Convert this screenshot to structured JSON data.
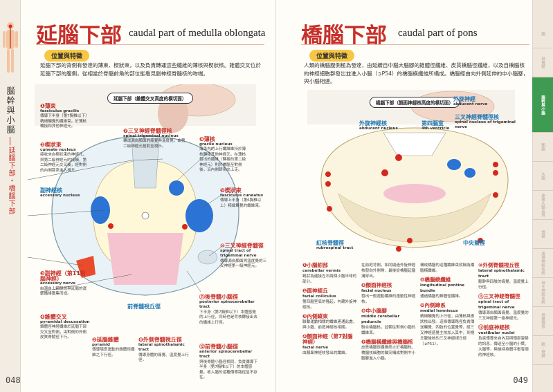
{
  "left": {
    "chapter_vertical": "腦幹與小腦",
    "section_vertical": "延腦下部・橋腦下部",
    "title_jp": "延腦下部",
    "title_en": "caudal part of medulla oblongata",
    "pill": "位置與特徵",
    "para": "延腦下部的背側有發達的薄束、楔狀束，以及負責轉運這些纖維的薄核與楔狀核。錐體交叉位於延腦下部的腹側，從相當於脊髓前角的部位能看見副神經脊髓核的吻端。",
    "caption": "延腦下部（錐體交叉高度的橫切面）",
    "page_number": "048",
    "labels": [
      {
        "t": "❶薄束",
        "e": "fasciculus gracilis",
        "d": "傳導下半身（第7胸椎以下）精細觸覺的纖維束。於薄核轉接和其他神經元。"
      },
      {
        "t": "❷楔狀束",
        "e": "cuneate nucleus",
        "d": "接收來自楔狀束的神經元，與第二級神經元的接觸，第二級神經元交叉後，經對側的內側蹄系進入視丘。"
      },
      {
        "t": "副神經核",
        "e": "accessory nucleus",
        "d": ""
      },
      {
        "t": "❸副神經（第11對腦神經）",
        "e": "accessory nerve",
        "d": "由源自上頸髓段與延腦的運動纖維匯集而成。"
      },
      {
        "t": "❹錐體交叉",
        "e": "pyramidal decussation",
        "d": "錐體徑神經纖維於延腦下部交叉至對側，由對側的外側皮質脊髓徑下行。"
      },
      {
        "t": "❺延腦錐體",
        "e": "pyramid",
        "d": "傳導隨意運動的錐體徑纖維之下行徑。"
      },
      {
        "t": "❻外側脊髓視丘徑",
        "e": "lateral spinothalamic tract",
        "d": "傳導身體的痛覺、溫度覺上行徑。"
      },
      {
        "t": "前脊髓視丘徑",
        "e": "",
        "d": ""
      },
      {
        "t": "❼三叉神經脊髓徑核",
        "e": "spinal trigeminal nucleus",
        "d": "轉運源自顏面的痛覺與溫度覺，由第二級神經元投射至視丘。"
      },
      {
        "t": "❽薄核",
        "e": "gracile nucleus",
        "d": "薄束內的上行纖維維持於薄核轉接其他神經元。在薄核發出的纖維（轉接的第二級神經元）則於橋腦至對側後，沿內側蹄系向上走。"
      },
      {
        "t": "❾楔狀束",
        "e": "fasciculus cuneatus",
        "d": "傳導上半身（第6胸椎以上）精細觸覺的纖維束。"
      },
      {
        "t": "⑩三叉神經脊髓徑",
        "e": "spinal tract of trigeminal nerve",
        "d": "傳導源自顏面與溫度覺的三叉神經第一級神經元。"
      },
      {
        "t": "⑪後脊髓小腦徑",
        "e": "posterior spinocerebellar tract",
        "d": "下半身（第7胸椎以下）本體感覺的上行徑，同時也是背核轉接出去的纖維上行徑。"
      },
      {
        "t": "⑫前脊髓小腦徑",
        "e": "anterior spinocerebellar tract",
        "d": "與後脊髓小腦徑相同，負責傳導下半身（第7胸椎以下）的本體感覺。收入腦的這種傳導路徑並不存在。"
      }
    ]
  },
  "right": {
    "title_jp": "橋腦下部",
    "title_en": "caudal part of pons",
    "pill": "位置與特徵",
    "para": "人類的橋腦腹側極為發達，由延續自中腦大腦腳的錐體徑纖維、皮質橋腦徑纖維，以及自橋腦核的神經細胞群發出並進入小腦（➲P54）的橋腦橫纖維所構成。橋腦經由向外側延伸的中小腦腳，與小腦相連。",
    "caption": "橋腦下部（顏面神經核高度的橫切面）",
    "page_number": "049",
    "diagram_labels": [
      {
        "t": "外旋神經",
        "e": "abducent nerve"
      },
      {
        "t": "外旋神經核",
        "e": "abducent nucleus"
      },
      {
        "t": "第四腦室",
        "e": "4th ventricle"
      },
      {
        "t": "三叉神經脊髓徑核",
        "e": "spinal nucleus of trigeminal nerve"
      },
      {
        "t": "紅核脊髓徑",
        "e": "rubrospinal tract"
      },
      {
        "t": "中央蓋徑",
        "e": ""
      }
    ],
    "columns": [
      [
        {
          "h": "❶小腦蚓部",
          "e": "cerebellar vermis",
          "d": "蝸狀為連接左右兩個小腦半球的部分。"
        },
        {
          "h": "❷面神經丘",
          "e": "facial colliculus",
          "d": "第四腦室底的隆起，內藏外旋神經核。"
        },
        {
          "h": "❸內側縱束",
          "e": "",
          "d": "聯繫運動相關的纖維連通此處，與小腦、前庭神經核相關。"
        },
        {
          "h": "❹顏面神經（第7對腦神經）",
          "e": "facial nerve",
          "d": "由顏面神經核發出的纖維。"
        }
      ],
      [
        {
          "h": "",
          "e": "",
          "d": "在前庭背側，如同繞過外旋神經核般向外側彎，最後從橋腦延腦溝穿出。"
        },
        {
          "h": "❺顏面神經核",
          "e": "facial nucleus",
          "d": "發出一般運動纖維的運動性神經核。"
        },
        {
          "h": "❻中小腦腳",
          "e": "middle cerebellar peduncle",
          "d": "聯合橋腦核，並朝往對側小腦的纖維束。"
        },
        {
          "h": "❼橋腦橫纖維與橋腦核",
          "e": "",
          "d": "皮質橋腦徑纖維終止於橋腦核，橋腦核細胞的軸突構成對側中小腦腳進入小腦。"
        }
      ],
      [
        {
          "h": "",
          "e": "",
          "d": "構成橋腦的這種纖維束就稱為橋腦橫纖維。"
        },
        {
          "h": "❽橋腦縱纖維",
          "e": "longitudinal pontine bundle",
          "d": "通過橋腦的錐體徑纖維。"
        },
        {
          "h": "❾內側蹄系",
          "e": "medial lemniscus",
          "d": "精細觸覺的上行徑，由薄核與楔狀核出發。這條傳導路徑負責傳送觸覺、四肢的位置覺等，經三叉神經感覺主核加入其中，到視丘腹後核的三叉神經視丘徑（➲P51）。"
        }
      ],
      [
        {
          "h": "⑩外側脊髓視丘徑",
          "e": "lateral spinothalamic tract",
          "d": "驅幹與四肢的痛覺、溫度覺上行徑。"
        },
        {
          "h": "⑪三叉神經脊髓徑",
          "e": "spinal tract of trigeminal nerve",
          "d": "傳導源自顏面痛覺、溫度覺的三叉神經第一級神經元。"
        },
        {
          "h": "⑫前庭神經核",
          "e": "vestibular nuclei",
          "d": "負責傳導來自內耳與頭部姿勢的訊息，傳送至小腦的小葉、大腦等，與維持身體平衡有關的神經核。"
        }
      ]
    ],
    "side_tabs": [
      "腦",
      "與脊髓",
      "腦幹與小腦",
      "間腦",
      "大腦",
      "連接大腦皮質",
      "脊髓",
      "周邊神經系統",
      "自主神經系統",
      "感覺器官",
      "腦・脊髓"
    ]
  }
}
